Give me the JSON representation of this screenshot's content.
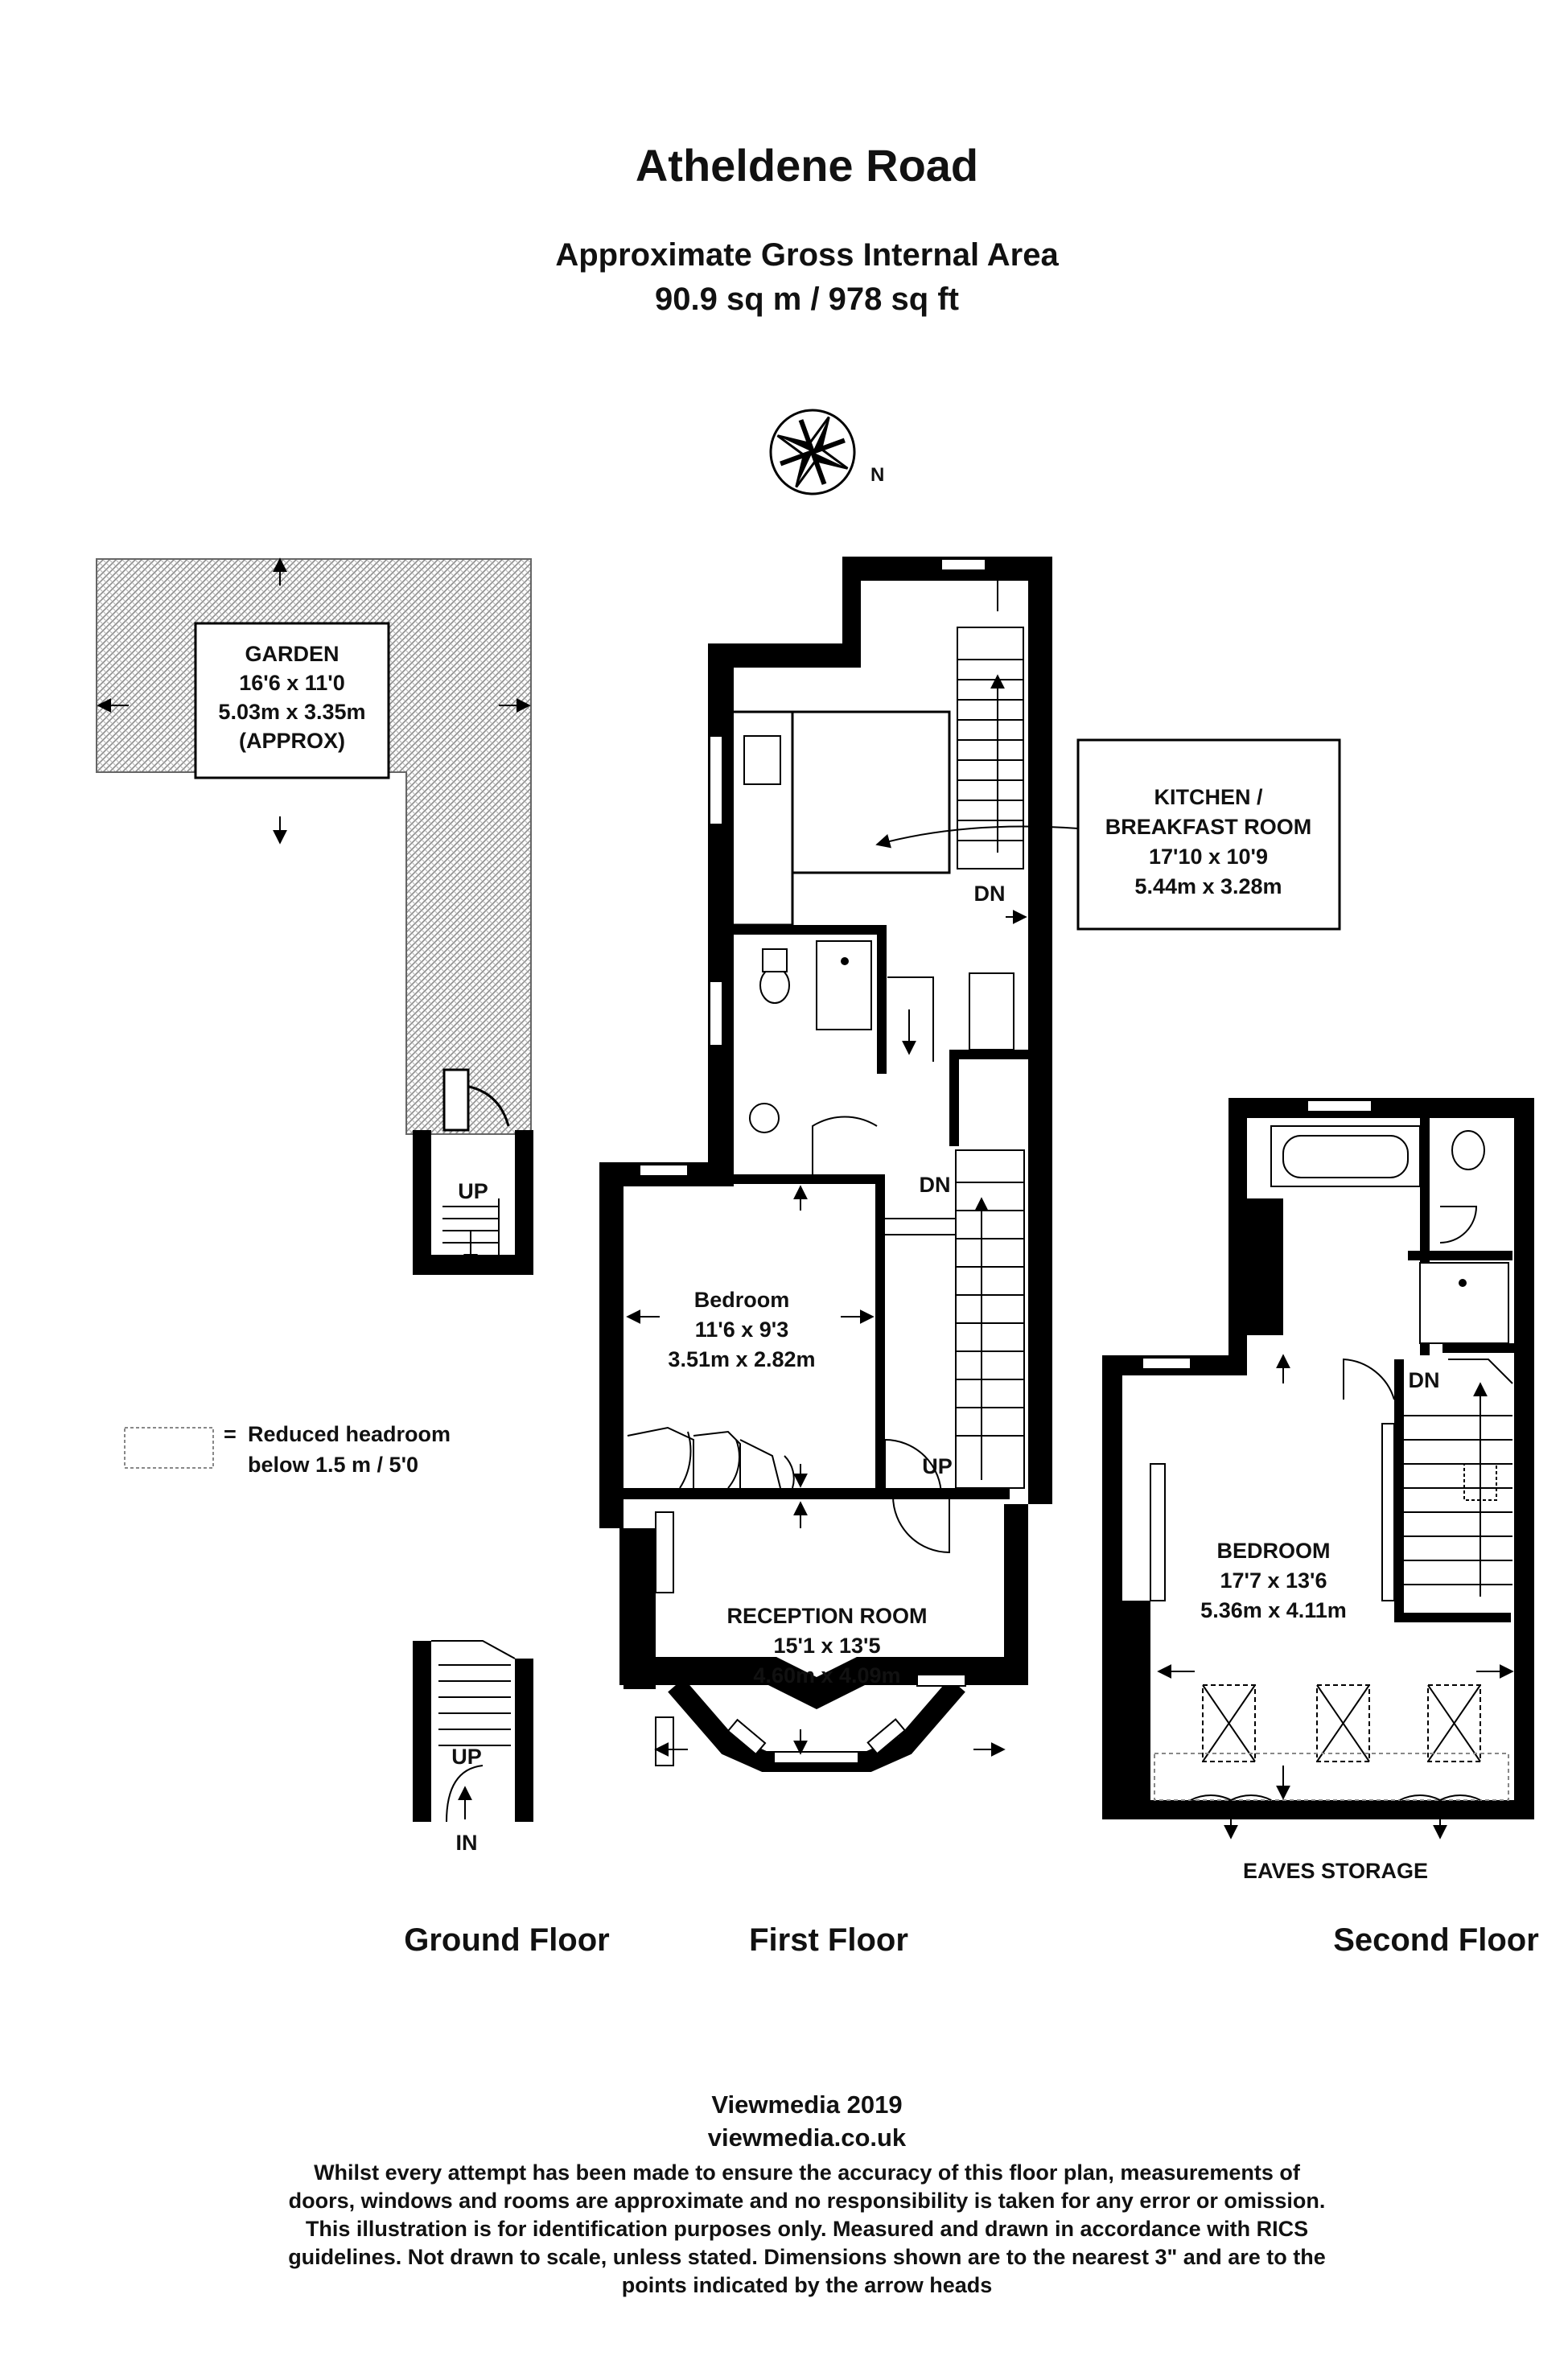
{
  "header": {
    "title": "Atheldene Road",
    "area_label": "Approximate Gross Internal Area",
    "area_value": "90.9 sq m / 978 sq ft"
  },
  "compass": {
    "label": "N"
  },
  "legend": {
    "marker": "=",
    "line1": "Reduced headroom",
    "line2": "below 1.5 m / 5'0"
  },
  "ground_floor": {
    "label": "Ground Floor",
    "garden": {
      "name": "GARDEN",
      "imperial": "16'6 x 11'0",
      "metric": "5.03m x 3.35m",
      "note": "(APPROX)"
    },
    "up_upper": "UP",
    "up_lower": "UP",
    "entry": "IN"
  },
  "first_floor": {
    "label": "First Floor",
    "kitchen": {
      "name_line1": "KITCHEN /",
      "name_line2": "BREAKFAST ROOM",
      "imperial": "17'10 x 10'9",
      "metric": "5.44m x 3.28m"
    },
    "bedroom": {
      "name": "Bedroom",
      "imperial": "11'6 x 9'3",
      "metric": "3.51m x 2.82m"
    },
    "reception": {
      "name": "RECEPTION ROOM",
      "imperial": "15'1 x 13'5",
      "metric": "4.60m x 4.09m"
    },
    "dn_kitchen": "DN",
    "dn_landing": "DN",
    "up_landing": "UP"
  },
  "second_floor": {
    "label": "Second Floor",
    "bedroom": {
      "name": "BEDROOM",
      "imperial": "17'7 x 13'6",
      "metric": "5.36m x 4.11m"
    },
    "dn": "DN",
    "eaves": "EAVES STORAGE"
  },
  "footer": {
    "brand": "Viewmedia 2019",
    "site": "viewmedia.co.uk",
    "disclaimer": [
      "Whilst every attempt has been made to ensure the accuracy of this floor plan, measurements of",
      "doors, windows and rooms are approximate and no responsibility is taken for any error or omission.",
      "This illustration is for identification purposes only. Measured and drawn in accordance with RICS",
      "guidelines. Not drawn to scale, unless stated. Dimensions shown are to the nearest 3\" and are to the",
      "points indicated by the arrow heads"
    ]
  },
  "colors": {
    "wall": "#000000",
    "hatch": "#9a9a9a",
    "background": "#ffffff"
  }
}
